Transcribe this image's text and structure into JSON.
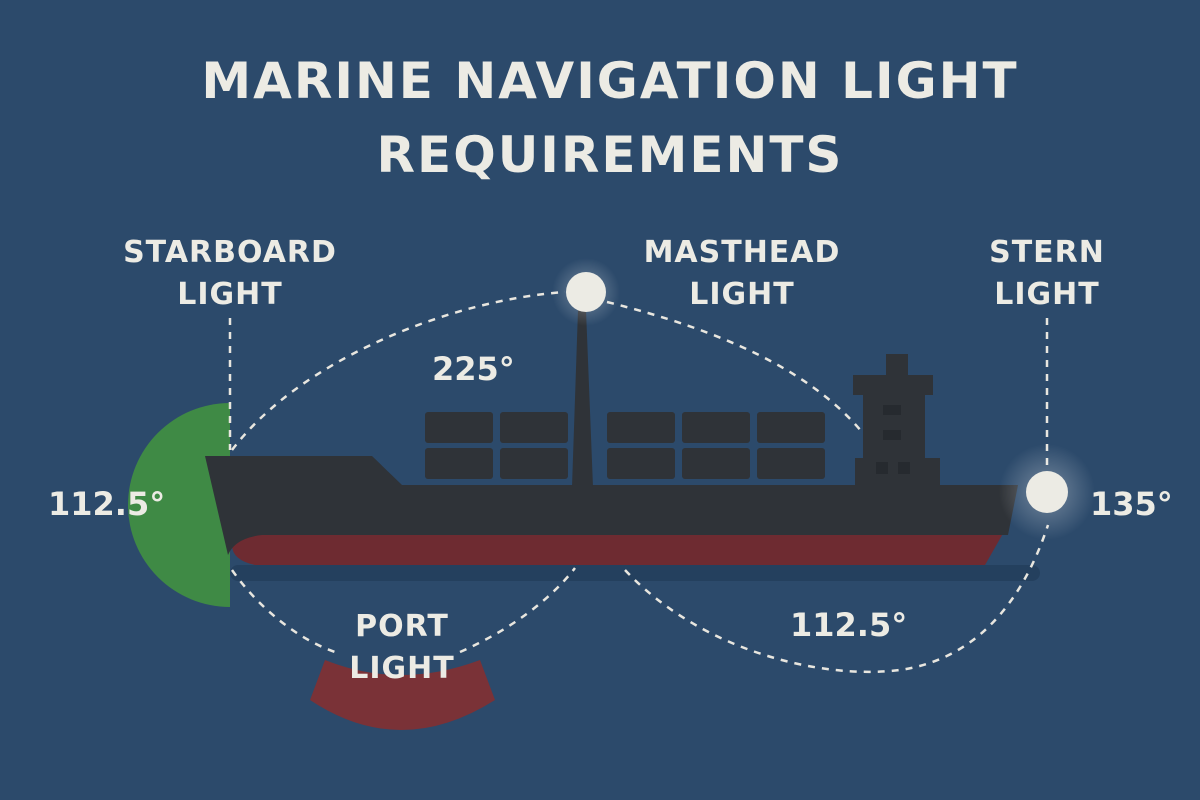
{
  "title": {
    "line1": "MARINE NAVIGATION LIGHT",
    "line2": "REQUIREMENTS"
  },
  "lights": {
    "starboard": {
      "line1": "STARBOARD",
      "line2": "LIGHT",
      "angle": "112.5°",
      "color": "#3f8a45"
    },
    "masthead": {
      "line1": "MASTHEAD",
      "line2": "LIGHT",
      "angle": "225°",
      "color": "#ecebe4"
    },
    "stern": {
      "line1": "STERN",
      "line2": "LIGHT",
      "angle": "135°",
      "color": "#ecebe4"
    },
    "port": {
      "line1": "PORT",
      "line2": "LIGHT",
      "angle": "112.5°",
      "color": "#7a3237"
    }
  },
  "colors": {
    "background": "#2c4a6b",
    "hull": "#2f3338",
    "hull_bottom": "#6e2b31",
    "containers": "#2f3338",
    "arc_lines": "#e8e6df"
  }
}
